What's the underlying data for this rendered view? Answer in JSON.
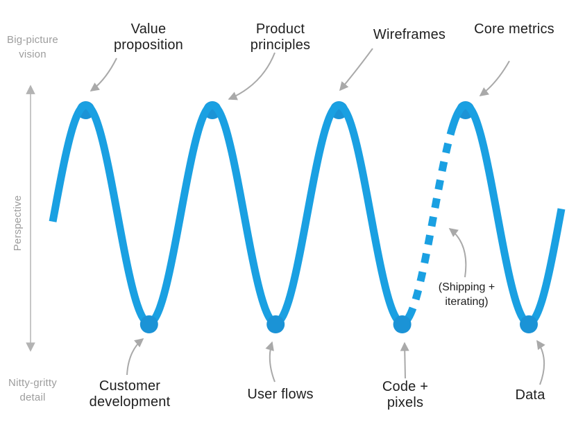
{
  "colors": {
    "wave_blue": "#1aa0e2",
    "dot_blue": "#1b93d6",
    "arrow_gray": "#a9a9a9",
    "axis_gray": "#b3b3b3",
    "gray_text": "#9d9d9d",
    "dark_text": "#1e1e1e"
  },
  "axis": {
    "title": "Perspective",
    "top_label": "Big-picture vision",
    "bottom_label": "Nitty-gritty detail"
  },
  "wave": {
    "peak_labels": [
      {
        "label": "Value proposition"
      },
      {
        "label": "Product principles"
      },
      {
        "label": "Wireframes"
      },
      {
        "label": "Core metrics"
      }
    ],
    "trough_labels": [
      {
        "label": "Customer development"
      },
      {
        "label": "User flows"
      },
      {
        "label": "Code + pixels"
      },
      {
        "label": "Data"
      }
    ],
    "dashed_segment_label": "(Shipping + iterating)"
  }
}
